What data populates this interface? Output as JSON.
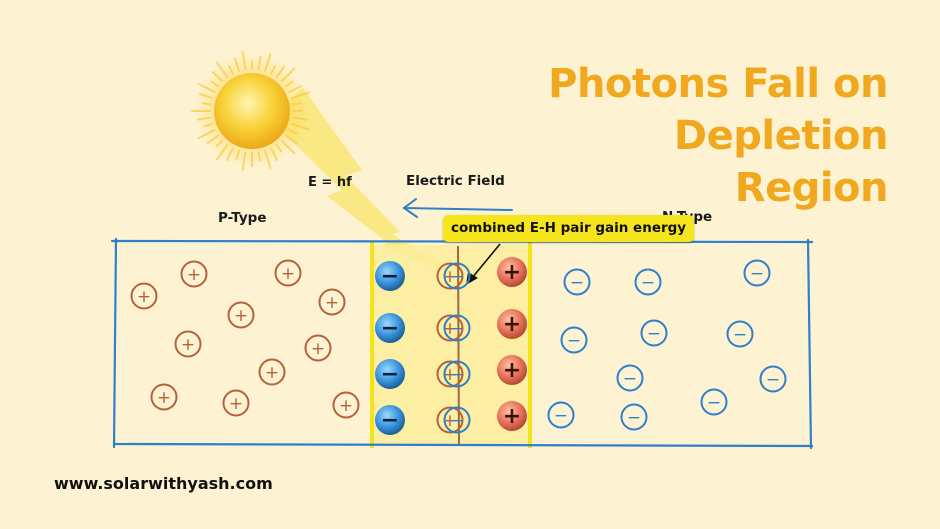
{
  "title": {
    "line1": "Photons Fall on",
    "line2": "Depletion Region"
  },
  "labels": {
    "energy": "E = hf",
    "electric_field": "Electric Field",
    "p_type": "P-Type",
    "n_type": "N-Type",
    "callout": "combined E-H pair gain energy"
  },
  "website": "www.solarwithyash.com",
  "symbols": {
    "plus": "+",
    "minus": "−"
  },
  "colors": {
    "title": "#f0a81e",
    "background": "#fdf3d3",
    "box_stroke": "#2f7fc9",
    "hole": "#b5623a",
    "electron_ring": "#2f7fc9",
    "depletion_fill": "#fcec9a",
    "depletion_border": "#f5e21a",
    "callout_bg": "#f6e51c",
    "sun": "#f7c523",
    "light_beam": "#f8e77a"
  },
  "icons": [
    "sun-icon",
    "lightning-beam-icon",
    "electric-field-arrow-icon",
    "callout-arrow-icon"
  ]
}
